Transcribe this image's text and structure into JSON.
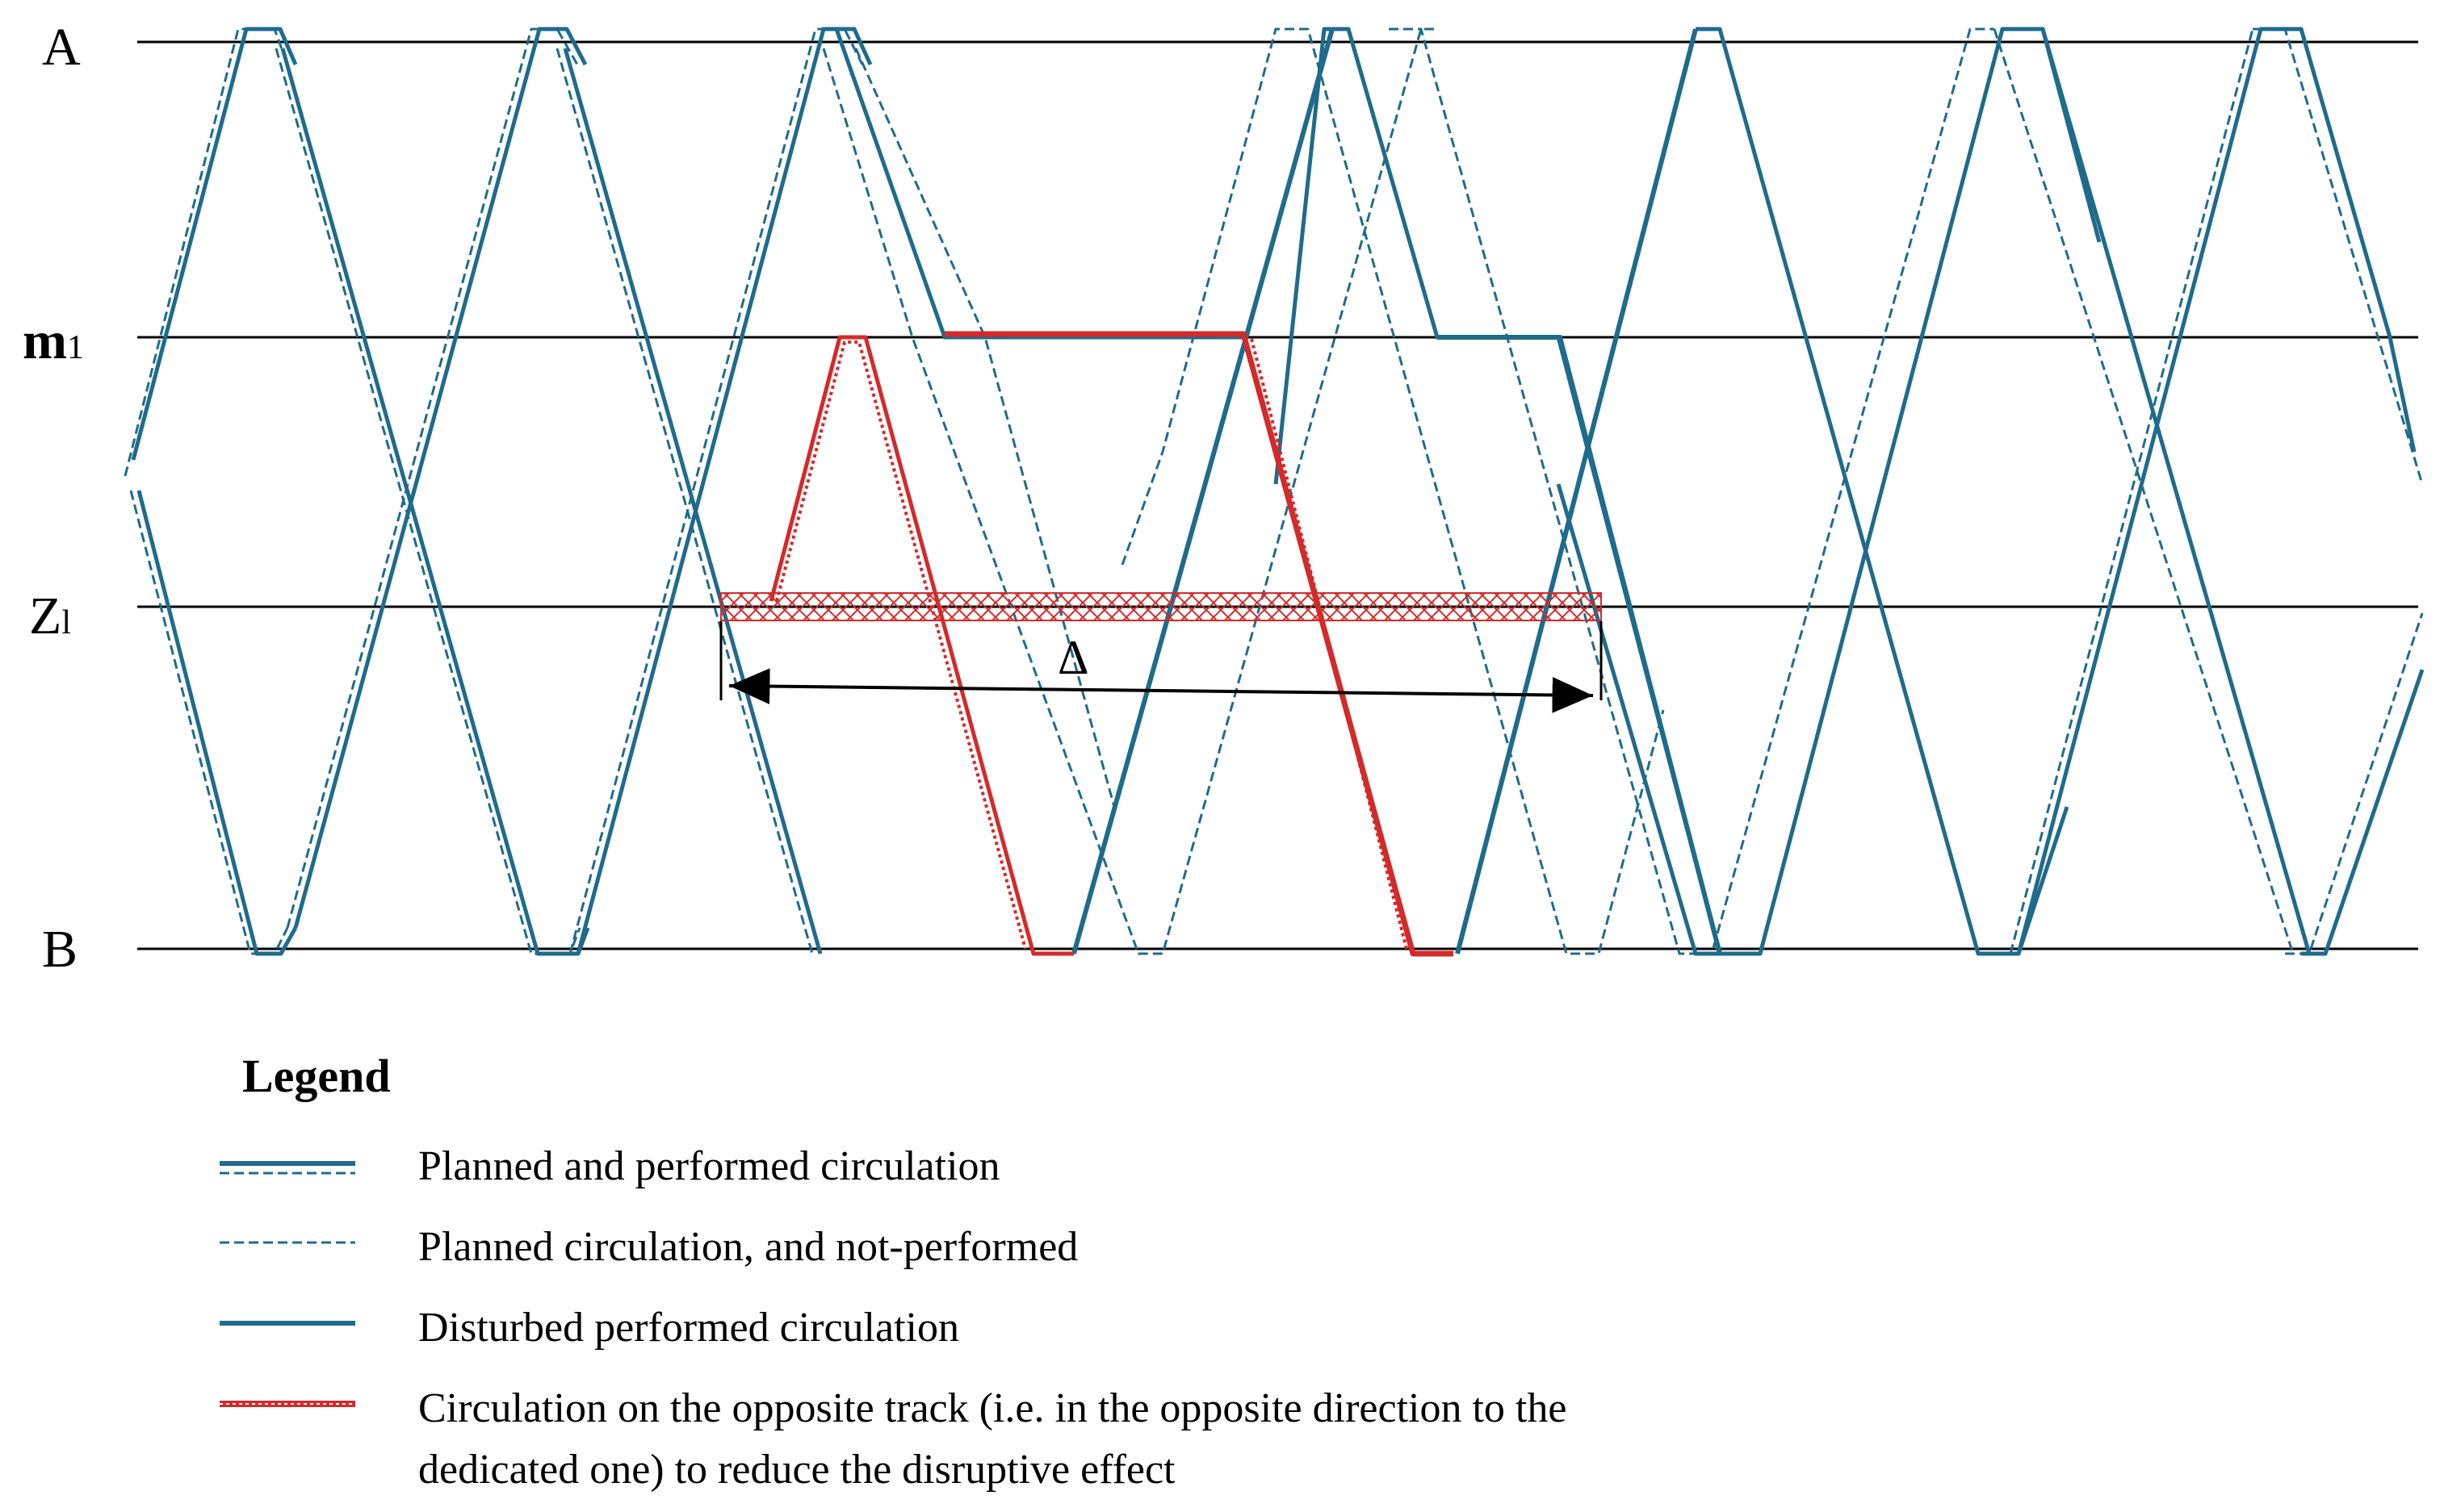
{
  "stations": {
    "a": "A",
    "m1_base": "m",
    "m1_sub": "1",
    "z1_base": "Z",
    "z1_sub": "l",
    "b": "B"
  },
  "delta_label": "Δ",
  "legend": {
    "title": "Legend",
    "items": [
      {
        "key": "planned-performed",
        "label": "Planned and performed circulation"
      },
      {
        "key": "planned-not-performed",
        "label": "Planned circulation, and not-performed"
      },
      {
        "key": "disturbed",
        "label": "Disturbed performed circulation"
      },
      {
        "key": "opposite-track",
        "label_line1": "Circulation on the opposite track (i.e. in the opposite direction to the",
        "label_line2": "dedicated one) to reduce the disruptive effect"
      }
    ]
  },
  "colors": {
    "train_blue": "#1f6b8c",
    "opposite_red": "#d42a2a",
    "station_line": "#000000"
  }
}
